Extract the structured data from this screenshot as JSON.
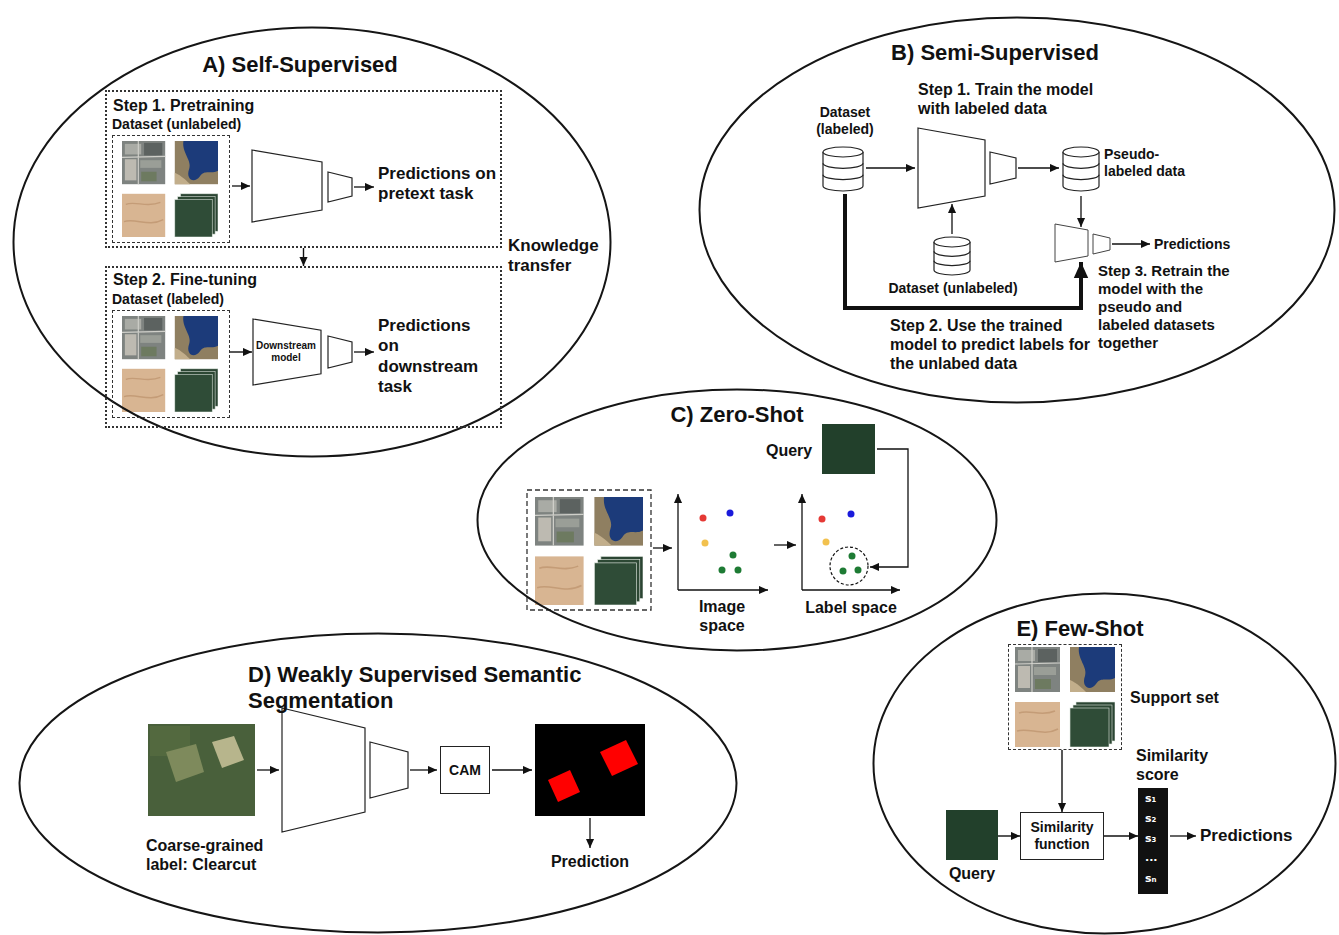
{
  "diagram": {
    "nodes": [
      {
        "text": [
          "A) Self-Supervised"
        ]
      },
      {
        "text": [
          "Step 1. Pretraining"
        ],
        "in": 0
      },
      {
        "text": [
          "Dataset (unlabeled)"
        ],
        "in": 1
      },
      {
        "text": [
          "Step 2. Fine-tuning"
        ],
        "in": 0
      },
      {
        "text": [
          "Dataset (labeled)"
        ],
        "in": 3
      },
      {
        "text": [
          "Downstream model"
        ],
        "in": 3
      },
      {
        "text": [
          "B) Semi-Supervised"
        ]
      },
      {
        "text": [
          "Dataset (labeled)"
        ],
        "in": 6
      },
      {
        "text": [
          "Pseudo-labeled data"
        ],
        "in": 6
      },
      {
        "text": [
          "Dataset (unlabeled)"
        ],
        "in": 6
      },
      {
        "text": [
          "C) Zero-Shot"
        ]
      },
      {
        "text": [
          "Query"
        ],
        "in": 10
      },
      {
        "text": [
          "D) Weakly Supervised Semantic Segmentation"
        ]
      },
      {
        "text": [
          "CAM"
        ],
        "in": 12
      },
      {
        "text": [
          "E) Few-Shot"
        ]
      },
      {
        "text": [
          "Support set"
        ],
        "in": 14
      },
      {
        "text": [
          "Query"
        ],
        "in": 14
      },
      {
        "text": [
          "Similarity function"
        ],
        "in": 14
      },
      {
        "text": [
          "Similarity score",
          "s₁",
          "s₂",
          "s₃",
          "...",
          "sₙ"
        ],
        "in": 14
      }
    ],
    "edges": [
      {
        "from": 1,
        "to": 3,
        "arrow": "to"
      },
      {
        "from": 4,
        "to": 5,
        "arrow": "to"
      },
      {
        "from": 15,
        "to": 17,
        "arrow": "to"
      },
      {
        "from": 16,
        "to": 17,
        "arrow": "to"
      },
      {
        "from": 17,
        "to": 18,
        "arrow": "to"
      }
    ],
    "labels": [
      "Predictions on pretext task",
      "Knowledge transfer",
      "Predictions on downstream task",
      "Step 1. Train the model with labeled data",
      "Step 2. Use the trained model to predict labels for the unlabed data",
      "Step 3. Retrain the model with the pseudo and labeled datasets together",
      "Predictions",
      "Image space",
      "Label space",
      "Coarse-grained label: Clearcut",
      "Prediction",
      "Predictions"
    ]
  }
}
